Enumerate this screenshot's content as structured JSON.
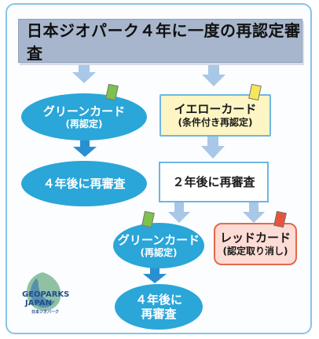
{
  "title": "日本ジオパーク４年に一度の再認定審査",
  "nodes": {
    "green_card_1": {
      "label": "グリーンカード",
      "sub": "(再認定)"
    },
    "yellow_card": {
      "label": "イエローカード",
      "sub": "(条件付き再認定)"
    },
    "result_4yr_1": {
      "label": "４年後に再審査"
    },
    "result_2yr": {
      "label": "２年後に再審査"
    },
    "green_card_2": {
      "label": "グリーンカード",
      "sub": "(再認定)"
    },
    "red_card": {
      "label": "レッドカード",
      "sub": "(認定取り消し)"
    },
    "result_4yr_2": {
      "line1": "４年後に",
      "line2": "再審査"
    }
  },
  "logo": {
    "line1": "GEOPARKS",
    "line2": "JAPAN",
    "line3": "日本ジオパーク"
  },
  "colors": {
    "ellipse": "#2aa6d8",
    "arrow": "#a9c7e6",
    "arrow_dark": "#2a8fd0",
    "green_card": "#7dc24c",
    "yellow_card": "#f7e65a",
    "red_card": "#e6543d"
  }
}
